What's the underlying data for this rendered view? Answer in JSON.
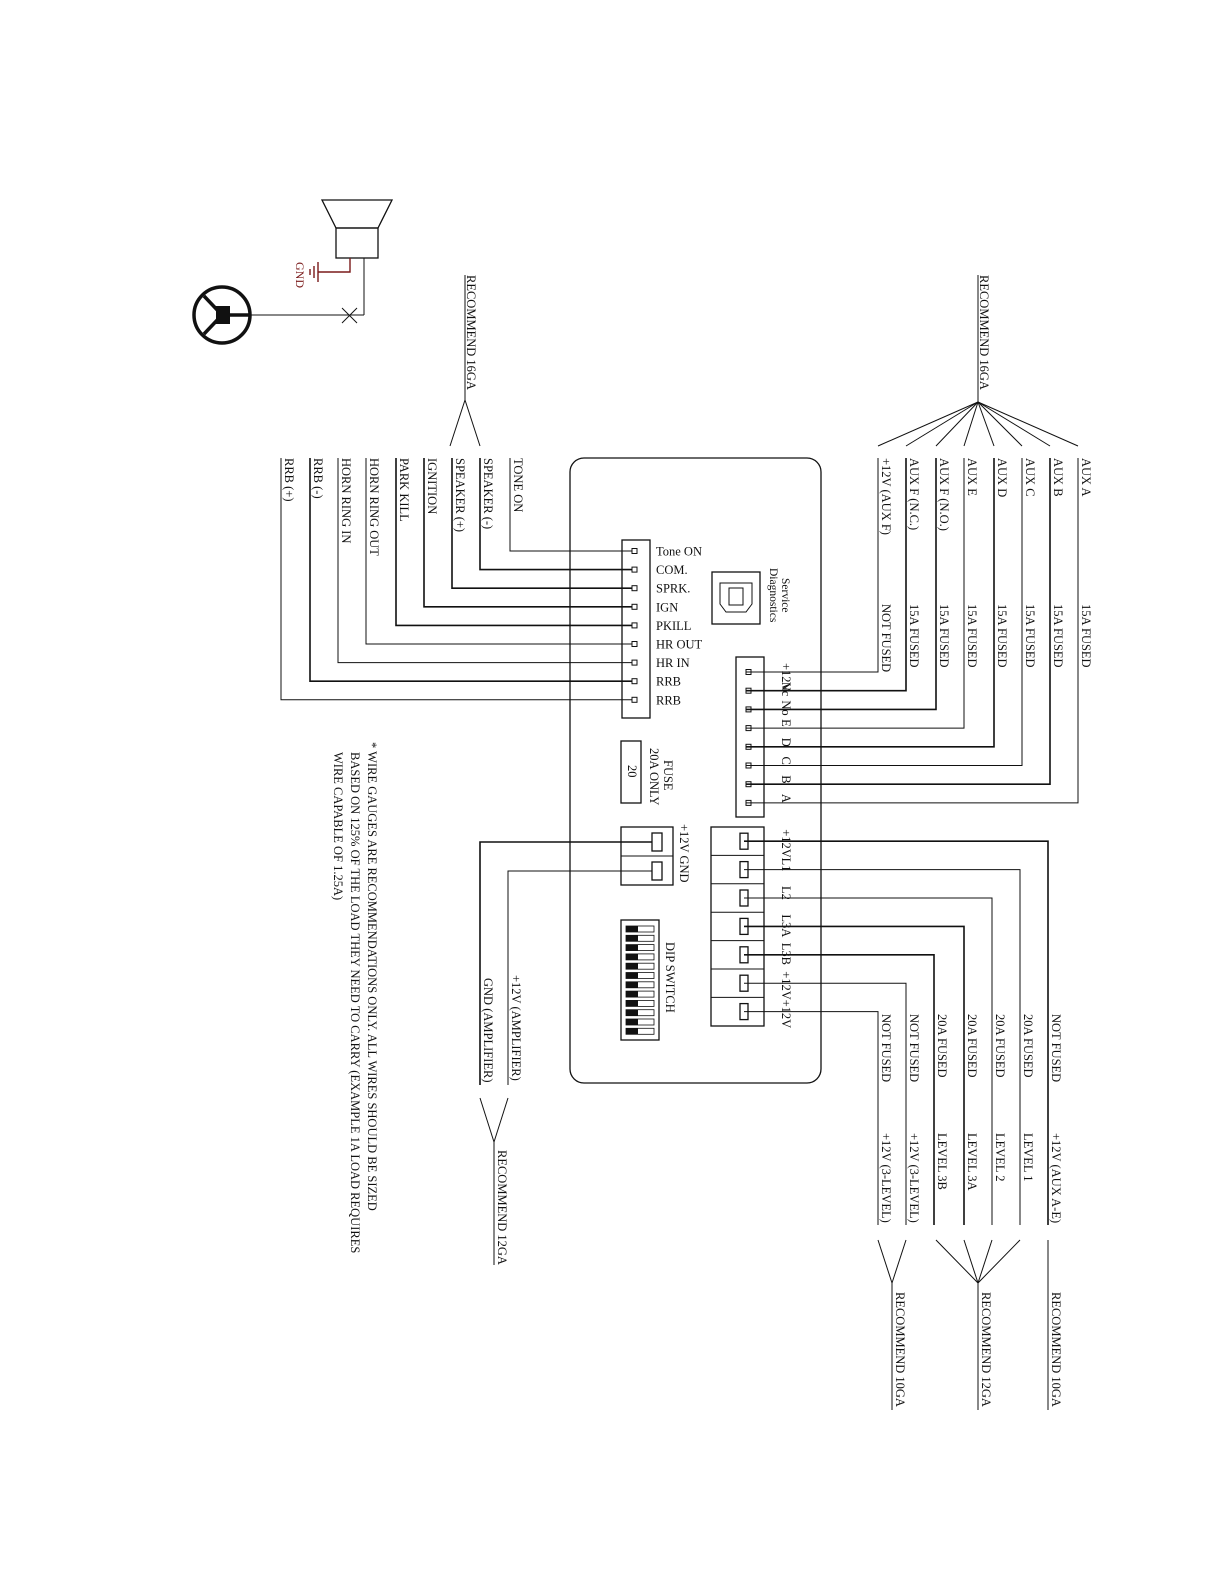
{
  "left_connector": {
    "pins": [
      "Tone ON",
      "COM.",
      "SPRK.",
      "IGN",
      "PKILL",
      "HR OUT",
      "HR IN",
      "RRB",
      "RRB"
    ]
  },
  "left_wires": {
    "labels": [
      "TONE ON",
      "SPEAKER (-)",
      "SPEAKER (+)",
      "IGNITION",
      "PARK KILL",
      "HORN RING OUT",
      "HORN RING IN",
      "RRB (-)",
      "RRB (+)"
    ],
    "gauge": "RECOMMEND 16GA"
  },
  "aux_connector": {
    "pins": [
      "+12V",
      "Nc",
      "No",
      "E",
      "D",
      "C",
      "B",
      "A"
    ]
  },
  "aux_wires": {
    "labels": [
      "AUX A",
      "AUX B",
      "AUX C",
      "AUX D",
      "AUX E",
      "AUX F (N.O.)",
      "AUX F (N.C.)",
      "+12V (AUX F)"
    ],
    "fuses": [
      "15A FUSED",
      "15A FUSED",
      "15A FUSED",
      "15A FUSED",
      "15A FUSED",
      "15A FUSED",
      "15A FUSED",
      "NOT FUSED"
    ],
    "gauge": "RECOMMEND 16GA"
  },
  "service": {
    "title": "Service",
    "subtitle": "Diagnostics"
  },
  "fuse": {
    "title": "FUSE",
    "rating": "20A ONLY",
    "value": "20"
  },
  "power_terminal": {
    "label": "+12V GND"
  },
  "power_wires": {
    "labels": [
      "+12V (AMPLIFIER)",
      "GND (AMPLIFIER)"
    ],
    "gauge": "RECOMMEND 12GA"
  },
  "dip": {
    "label": "DIP SWITCH"
  },
  "level_terminal": {
    "pins": [
      "+12V",
      "L1",
      "L2",
      "L3A",
      "L3B",
      "+12V",
      "+12V"
    ]
  },
  "level_wires": {
    "labels": [
      "+12V (AUX A-E)",
      "LEVEL 1",
      "LEVEL 2",
      "LEVEL 3A",
      "LEVEL 3B",
      "+12V (3-LEVEL)",
      "+12V (3-LEVEL)"
    ],
    "fuses": [
      "NOT FUSED",
      "20A FUSED",
      "20A FUSED",
      "20A FUSED",
      "20A FUSED",
      "NOT FUSED",
      "NOT FUSED"
    ],
    "gauges": [
      "RECOMMEND 10GA",
      "RECOMMEND 12GA",
      "RECOMMEND 10GA"
    ]
  },
  "ground": {
    "label": "GND"
  },
  "note": {
    "lines": [
      "* WIRE GAUGES ARE RECOMMENDATIONS ONLY. ALL WIRES SHOULD BE SIZED",
      "BASED ON 125% OF THE LOAD THEY NEED TO CARRY (EXAMPLE 1A LOAD REQUIRES",
      "WIRE CAPABLE OF 1.25A)"
    ]
  }
}
